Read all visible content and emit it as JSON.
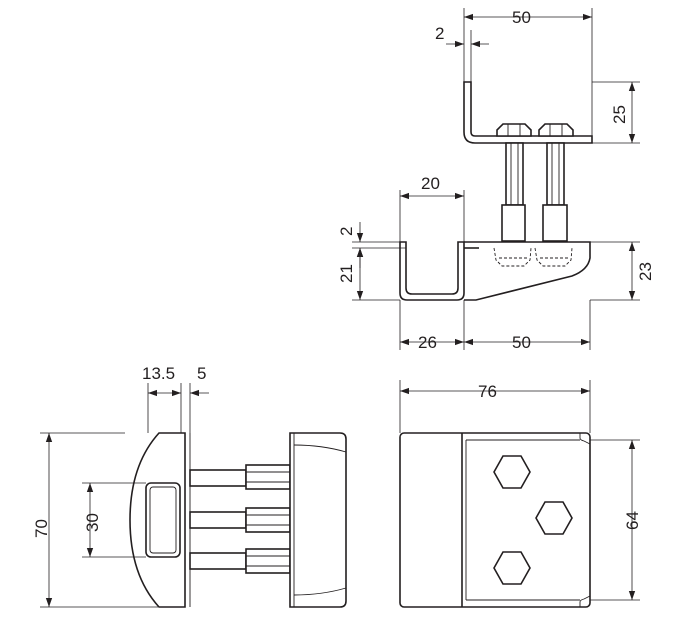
{
  "dimensions": {
    "top_width": "50",
    "top_offset": "2",
    "top_height": "25",
    "top_gap": "20",
    "thickness": "2",
    "inner_height": "21",
    "total_height": "23",
    "front_width": "26",
    "bracket_width": "50",
    "side_depth_a": "13.5",
    "side_depth_b": "5",
    "side_height": "70",
    "slot_height": "30",
    "plan_width": "76",
    "plan_height": "64"
  },
  "colors": {
    "line": "#231f20",
    "background": "#ffffff"
  }
}
